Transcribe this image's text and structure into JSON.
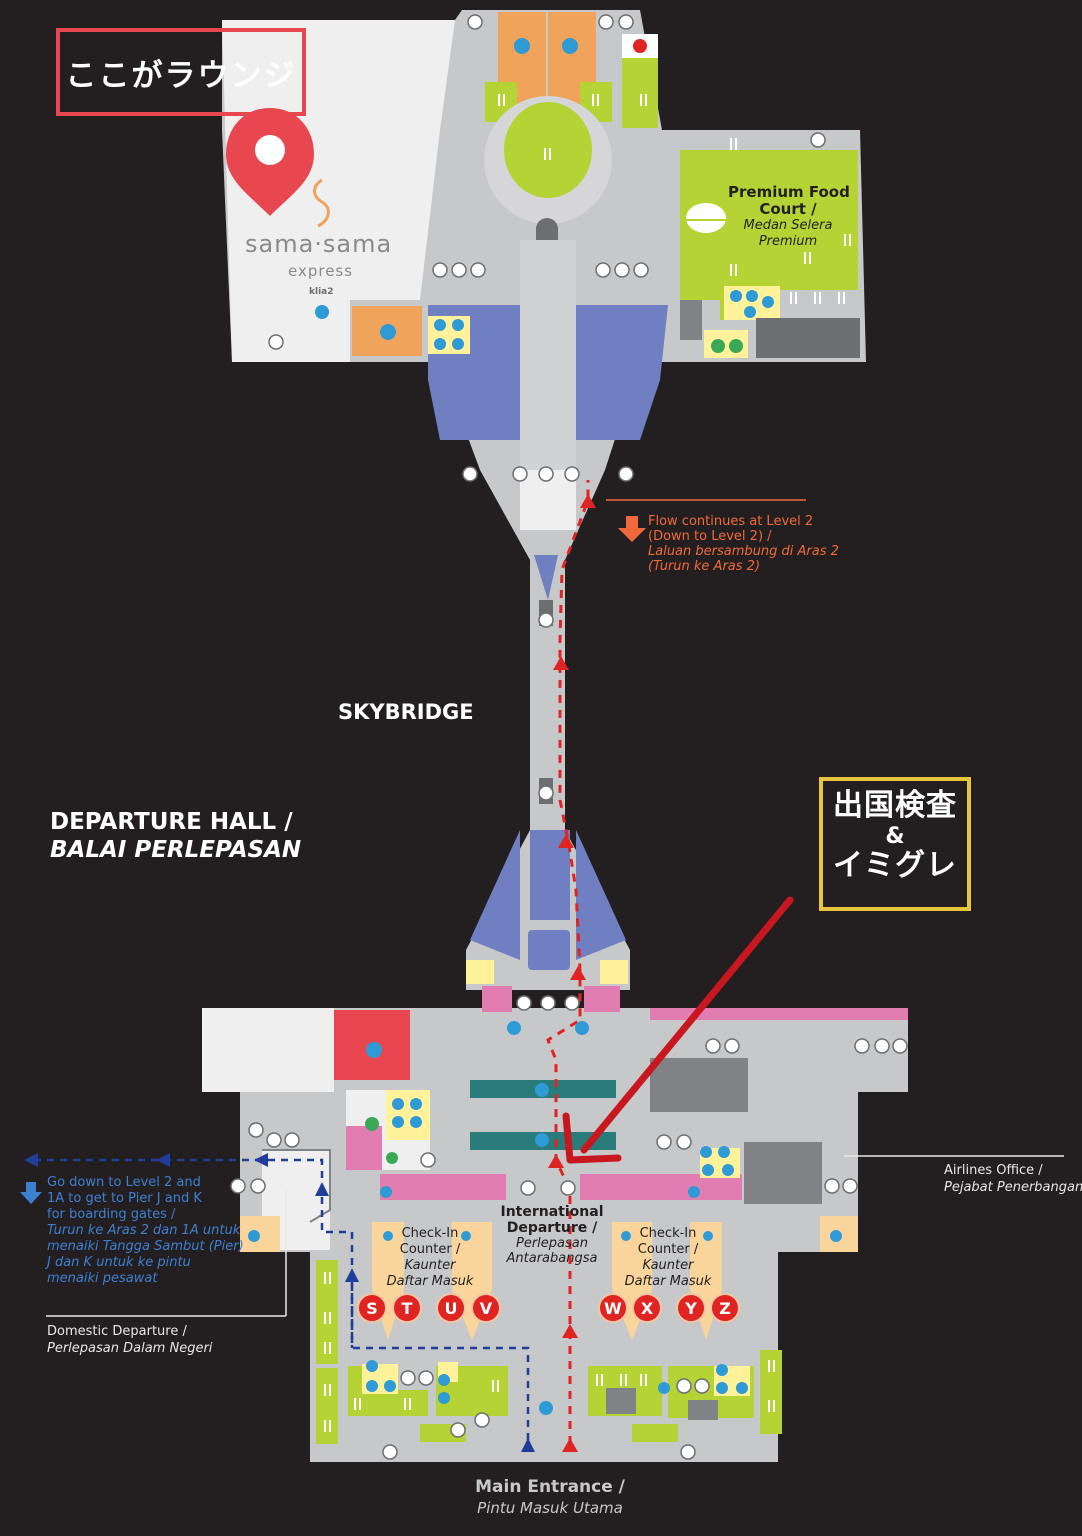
{
  "callouts": {
    "lounge": "ここがラウンジ",
    "immigration_line1": "出国検査",
    "immigration_amp": "&",
    "immigration_line2": "イミグレ"
  },
  "lounge": {
    "brand": "sama·sama",
    "sub": "express",
    "tag": "klia2"
  },
  "food_court": {
    "line1": "Premium Food",
    "line2": "Court /",
    "line3": "Medan Selera",
    "line4": "Premium"
  },
  "flow_note": {
    "line1": "Flow continues at Level 2",
    "line2": "(Down to Level 2) /",
    "line3": "Laluan bersambung di Aras 2",
    "line4": "(Turun ke Aras 2)"
  },
  "skybridge": "SKYBRIDGE",
  "departure_hall": {
    "line1": "DEPARTURE HALL /",
    "line2": "BALAI PERLEPASAN"
  },
  "go_down_note": {
    "line1": "Go down to Level 2 and",
    "line2": "1A to get to Pier J and K",
    "line3": "for boarding gates /",
    "line4": "Turun ke Aras 2 dan 1A untuk",
    "line5": "menaiki Tangga Sambut (Pier)",
    "line6": "J dan K untuk ke pintu",
    "line7": "menaiki pesawat"
  },
  "domestic": {
    "line1": "Domestic Departure /",
    "line2": "Perlepasan Dalam Negeri"
  },
  "airlines_office": {
    "line1": "Airlines Office /",
    "line2": "Pejabat Penerbangan"
  },
  "intl_departure": {
    "line1": "International",
    "line2": "Departure /",
    "line3": "Perlepasan",
    "line4": "Antarabangsa"
  },
  "checkin_left": {
    "line1": "Check-In",
    "line2": "Counter /",
    "line3": "Kaunter",
    "line4": "Daftar Masuk"
  },
  "checkin_right": {
    "line1": "Check-In",
    "line2": "Counter /",
    "line3": "Kaunter",
    "line4": "Daftar Masuk"
  },
  "counters_left": [
    "S",
    "T",
    "U",
    "V"
  ],
  "counters_right": [
    "W",
    "X",
    "Y",
    "Z"
  ],
  "main_entrance": {
    "line1": "Main Entrance /",
    "line2": "Pintu Masuk Utama"
  },
  "colors": {
    "background": "#231f20",
    "floor": "#c7c8ca",
    "green": "#b5d334",
    "blue_zone": "#6f7fc1",
    "orange": "#f0a35a",
    "pink": "#e27db2",
    "red_route": "#e02422",
    "arrow": "#c8171e",
    "callout_red": "#e8474f",
    "callout_yellow": "#e8c53a"
  },
  "icons": [
    "map-pin-icon",
    "no-smoking-icon",
    "toilet-icon",
    "accessible-icon",
    "prayer-room-icon",
    "info-icon",
    "restaurant-icon",
    "lift-icon",
    "halal-icon"
  ]
}
